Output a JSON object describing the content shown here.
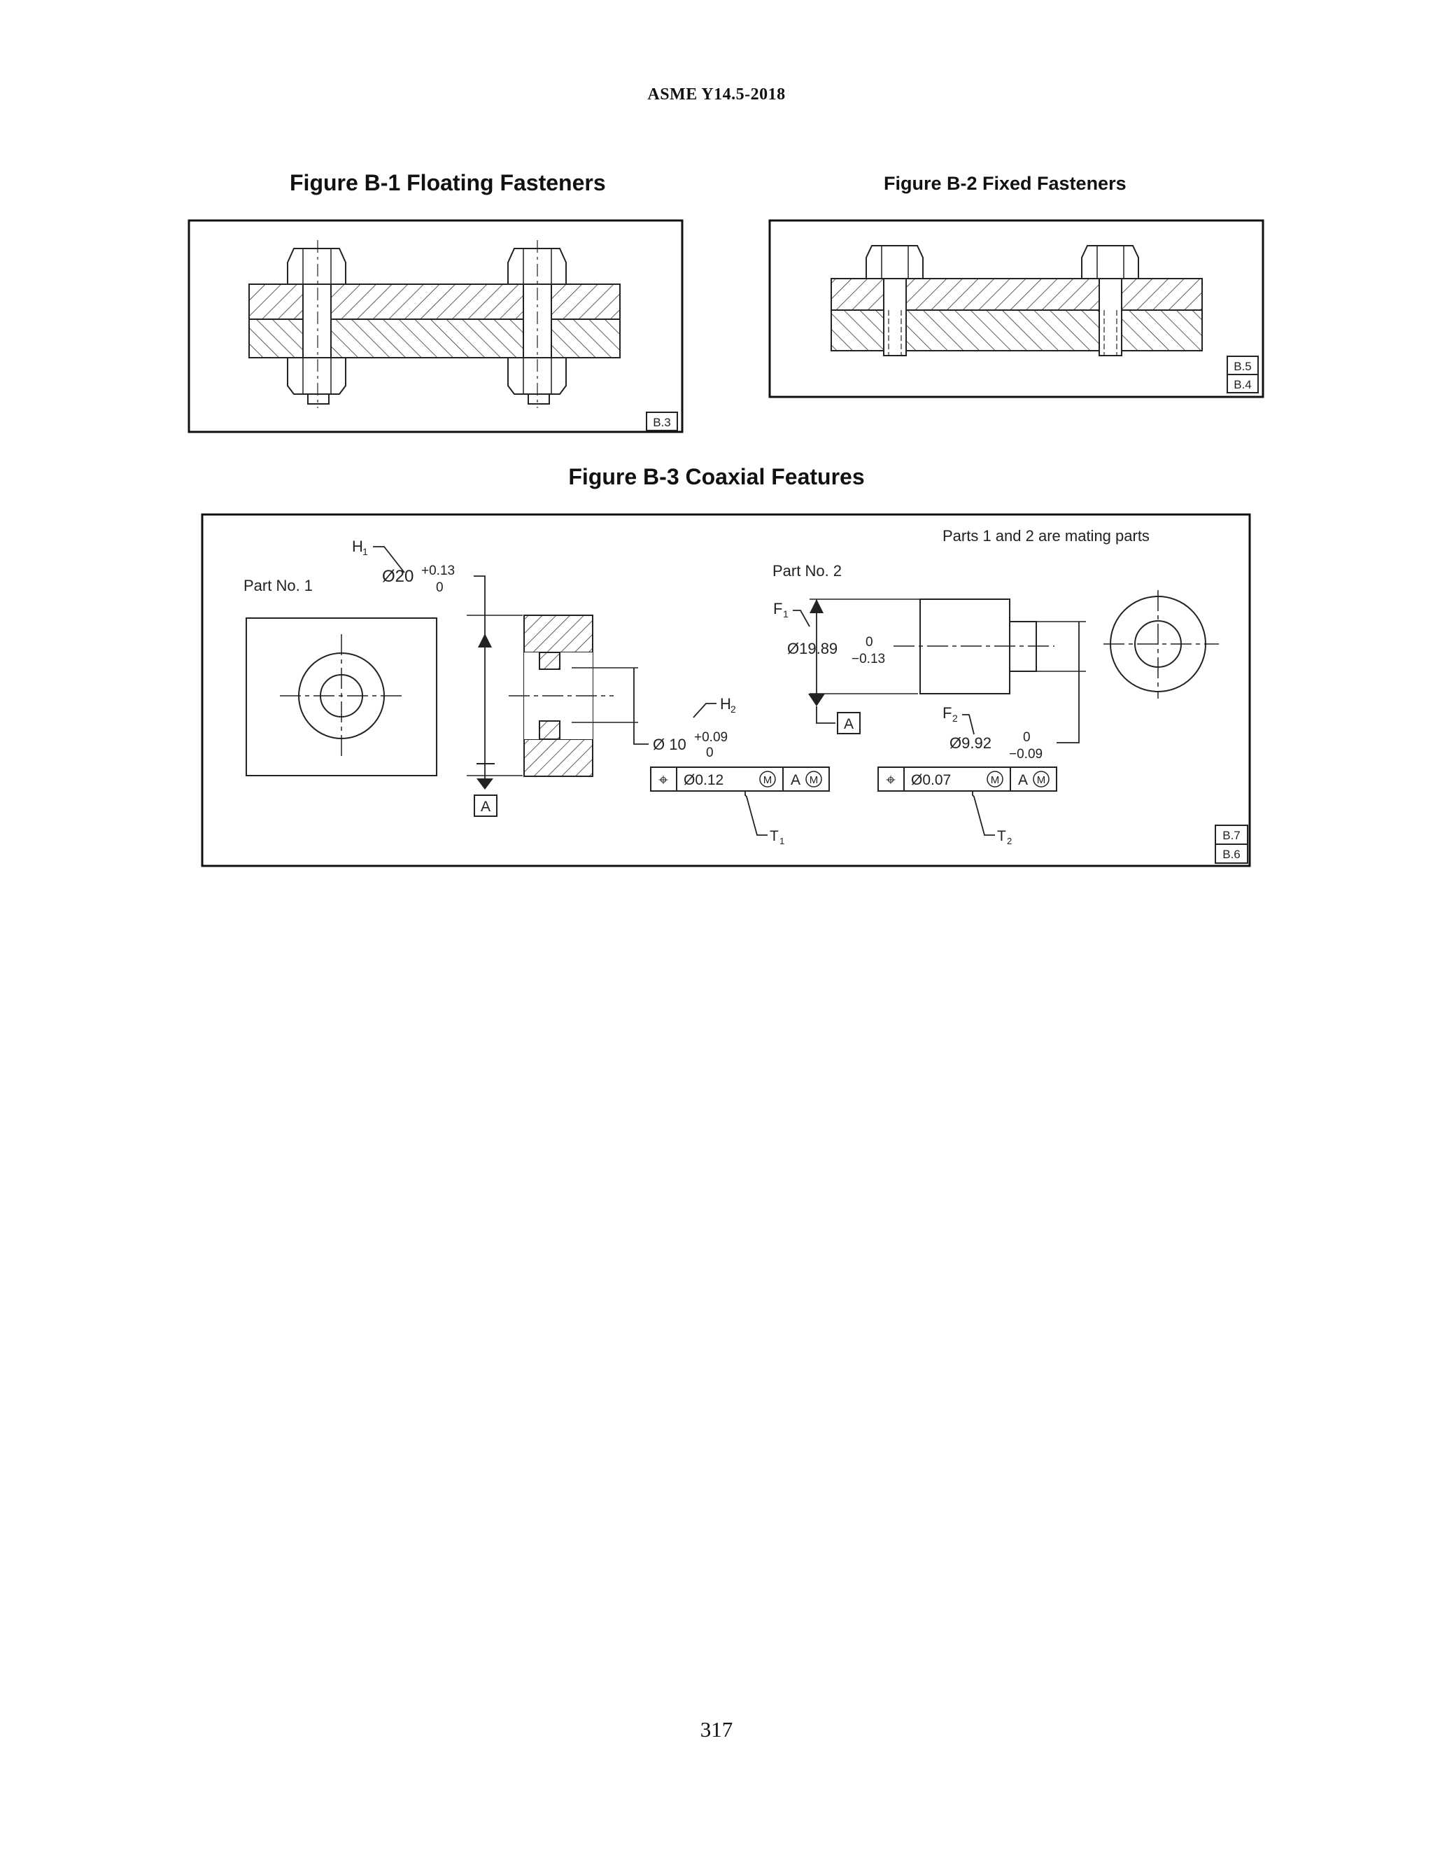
{
  "header": {
    "running_head": "ASME Y14.5-2018"
  },
  "figures": [
    {
      "title": "Figure B-1 Floating Fasteners",
      "tags": [
        "B.3"
      ]
    },
    {
      "title": "Figure B-2 Fixed Fasteners",
      "tags": [
        "B.5",
        "B.4"
      ]
    },
    {
      "title": "Figure B-3 Coaxial Features",
      "tags": [
        "B.7",
        "B.6"
      ],
      "note": "Parts 1 and 2 are mating parts",
      "part1": {
        "label": "Part No. 1",
        "h1_letter": "H",
        "h1_sub": "1",
        "dia_h1": "Ø20",
        "tol_h1_upper": "+0.13",
        "tol_h1_lower": "0",
        "h2_letter": "H",
        "h2_sub": "2",
        "dia_h2": "Ø 10",
        "tol_h2_upper": "+0.09",
        "tol_h2_lower": "0",
        "datum": "A",
        "fcf": {
          "symbol": "⌖",
          "tolerance": "Ø0.12",
          "modifier": "M",
          "datum": "A",
          "datum_modifier": "M"
        },
        "t_letter": "T",
        "t_sub": "1"
      },
      "part2": {
        "label": "Part No. 2",
        "f1_letter": "F",
        "f1_sub": "1",
        "dia_f1": "Ø19.89",
        "tol_f1_upper": "0",
        "tol_f1_lower": "−0.13",
        "f2_letter": "F",
        "f2_sub": "2",
        "dia_f2": "Ø9.92",
        "tol_f2_upper": "0",
        "tol_f2_lower": "−0.09",
        "datum": "A",
        "fcf": {
          "symbol": "⌖",
          "tolerance": "Ø0.07",
          "modifier": "M",
          "datum": "A",
          "datum_modifier": "M"
        },
        "t_letter": "T",
        "t_sub": "2"
      }
    }
  ],
  "footer": {
    "page_number": "317"
  }
}
